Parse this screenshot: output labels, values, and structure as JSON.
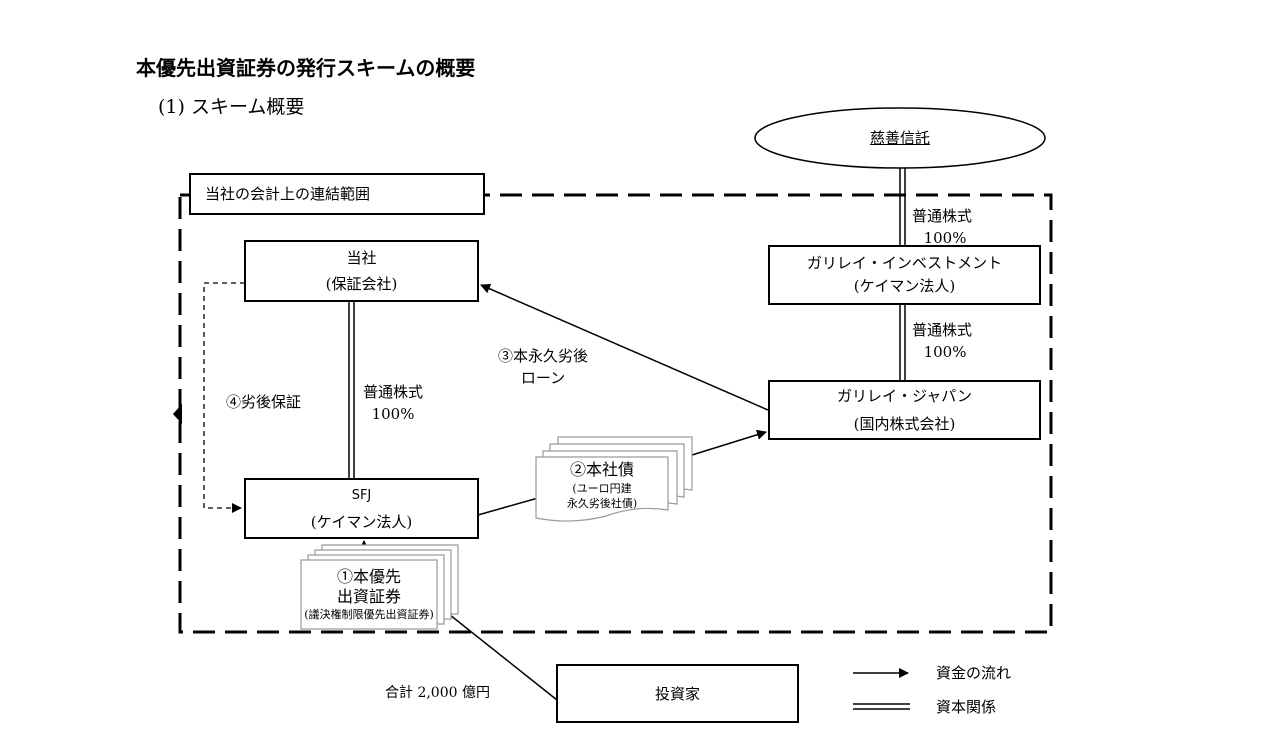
{
  "page": {
    "title": "本優先出資証券の発行スキームの概要",
    "subtitle": "(1) スキーム概要"
  },
  "diagram": {
    "consolidation_scope_label": "当社の会計上の連結範囲",
    "charity_trust": "慈善信託",
    "company": {
      "name": "当社",
      "role": "(保証会社)"
    },
    "galileo_investment": {
      "name": "ガリレイ・インベストメント",
      "role": "(ケイマン法人)"
    },
    "galileo_japan": {
      "name": "ガリレイ・ジャパン",
      "role": "(国内株式会社)"
    },
    "sfj": {
      "name": "SFJ",
      "role": "(ケイマン法人)"
    },
    "investor": "投資家",
    "equity_links": [
      {
        "line1": "普通株式",
        "line2": "100%"
      },
      {
        "line1": "普通株式",
        "line2": "100%"
      },
      {
        "line1": "普通株式",
        "line2": "100%"
      }
    ],
    "subordinated_loan": {
      "line1": "③本永久劣後",
      "line2": "ローン"
    },
    "subordinated_guarantee": "④劣後保証",
    "bond_doc": {
      "line1": "②本社債",
      "line2": "(ユーロ円建",
      "line3": "永久劣後社債)"
    },
    "preferred_doc": {
      "line1": "①本優先",
      "line2": "出資証券",
      "line3": "(議決権制限優先出資証券)"
    },
    "total_amount": "合計  2,000 億円"
  },
  "legend": {
    "fund_flow": "資金の流れ",
    "capital_relation": "資本関係"
  }
}
